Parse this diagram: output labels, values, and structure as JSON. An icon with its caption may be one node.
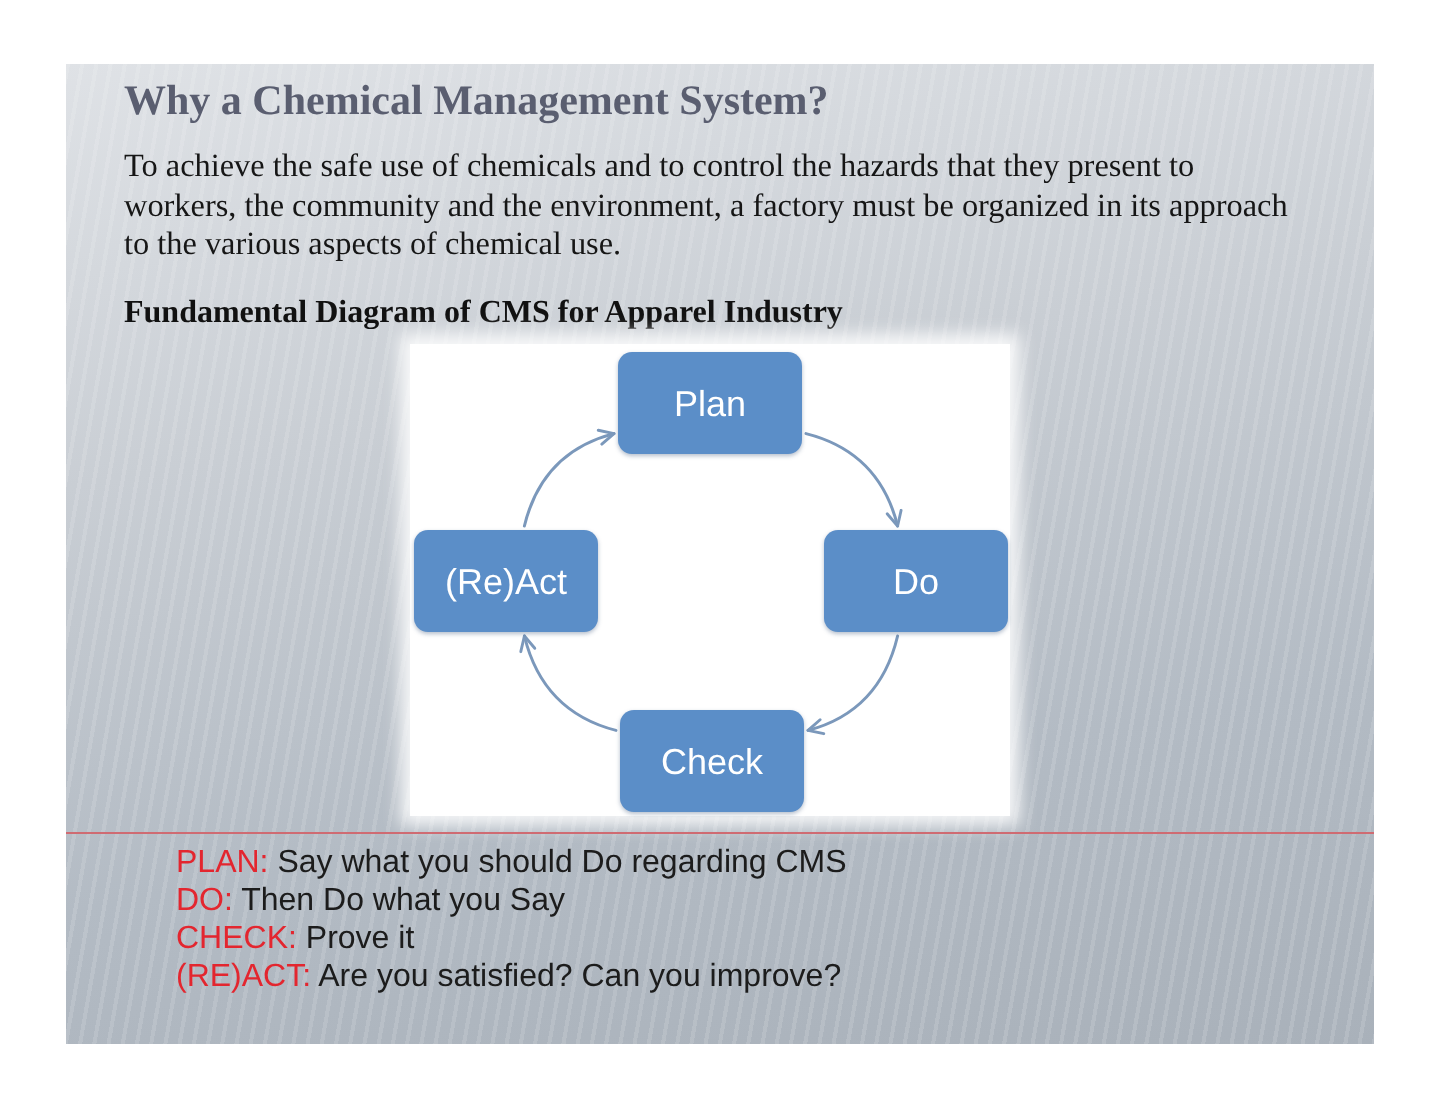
{
  "diagram": {
    "title": "Why a Chemical Management System?",
    "nodes": [
      {
        "text": [
          "Plan"
        ]
      },
      {
        "text": [
          "Do"
        ]
      },
      {
        "text": [
          "Check"
        ]
      },
      {
        "text": [
          "(Re)Act"
        ]
      }
    ],
    "edges": [
      {
        "from": 0,
        "to": 1,
        "arrow": "to"
      },
      {
        "from": 1,
        "to": 2,
        "arrow": "to"
      },
      {
        "from": 2,
        "to": 3,
        "arrow": "to"
      },
      {
        "from": 3,
        "to": 0,
        "arrow": "to"
      }
    ],
    "labels": [
      "To achieve the safe use of chemicals and to control the hazards that they present to workers, the community and the environment, a factory must be organized in its approach to the various aspects of chemical use.",
      "Fundamental Diagram of CMS for Apparel Industry",
      "PLAN: Say what you should Do regarding CMS",
      "DO: Then Do what you Say",
      "CHECK: Prove it",
      "(RE)ACT: Are you satisfied? Can you improve?"
    ]
  }
}
